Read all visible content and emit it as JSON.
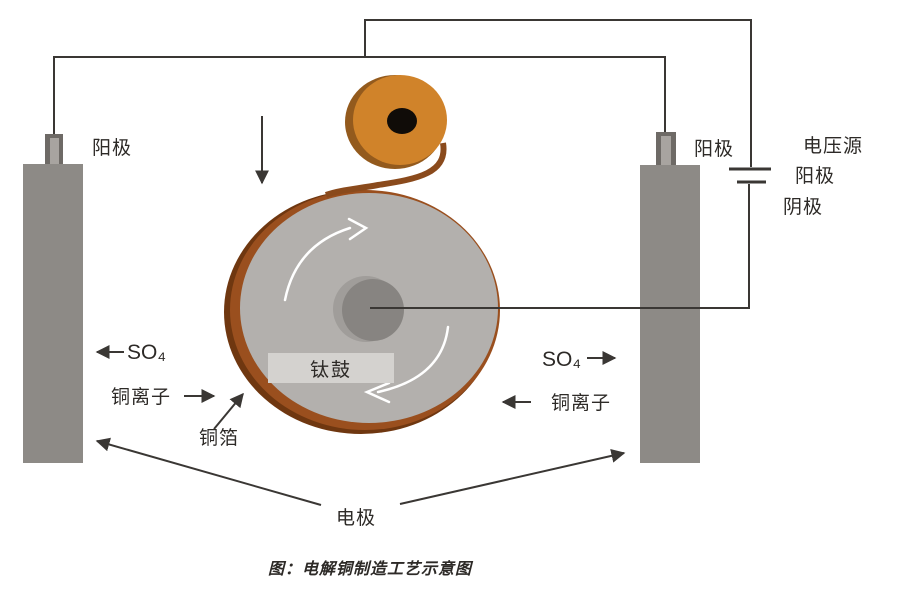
{
  "figure": {
    "caption": "图：电解铜制造工艺示意图"
  },
  "labels": {
    "anode_left": "阳极",
    "anode_right": "阳极",
    "voltage_source": "电压源",
    "vs_anode": "阳极",
    "vs_cathode": "阴极",
    "so4_left": "SO₄",
    "so4_right": "SO₄",
    "copper_ion_left": "铜离子",
    "copper_ion_right": "铜离子",
    "copper_foil": "铜箔",
    "electrode": "电极",
    "titanium_drum": "钛鼓"
  },
  "icons": {
    "battery": "battery-cell-symbol",
    "feed_direction": "down-arrow",
    "drum_rotation": "clockwise-curved-arrows",
    "label_pointers": "filled-triangle-arrows"
  },
  "colors": {
    "background": "#ffffff",
    "wire": "#3a3734",
    "text": "#2d2a27",
    "electrode_gray": "#8d8a86",
    "terminal_dark": "#6e6a66",
    "terminal_light": "#a8a4a0",
    "drum_gray": "#b3b0ad",
    "drum_hub": "#878481",
    "drum_hub_light": "#a09d9a",
    "drum_band": "#d4d2cf",
    "copper_dark": "#6f3710",
    "copper_mid": "#9a4f1e",
    "foil_strip": "#8a4a1c",
    "roll_face": "#d0832a",
    "roll_rim": "#935a1d",
    "roll_hole": "#100c08",
    "rotation_arrow": "#ffffff"
  }
}
